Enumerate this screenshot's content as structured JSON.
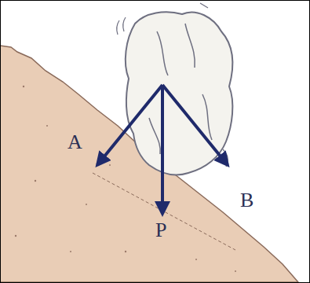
{
  "diagram": {
    "labels": [
      "A",
      "B",
      "P"
    ]
  }
}
